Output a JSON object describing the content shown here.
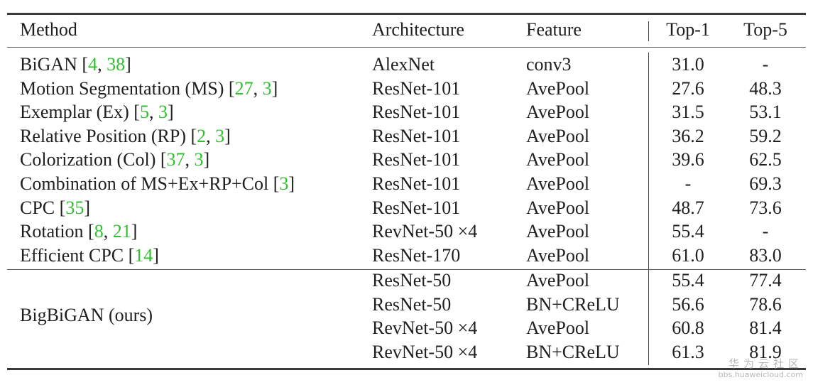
{
  "table": {
    "headers": {
      "method": "Method",
      "architecture": "Architecture",
      "feature": "Feature",
      "top1": "Top-1",
      "top5": "Top-5"
    },
    "rows": [
      {
        "method": "BiGAN [",
        "cites": [
          "4",
          "38"
        ],
        "architecture": "AlexNet",
        "feature": "conv3",
        "top1": "31.0",
        "top5": "-"
      },
      {
        "method": "Motion Segmentation (MS) [",
        "cites": [
          "27",
          "3"
        ],
        "architecture": "ResNet-101",
        "feature": "AvePool",
        "top1": "27.6",
        "top5": "48.3"
      },
      {
        "method": "Exemplar (Ex) [",
        "cites": [
          "5",
          "3"
        ],
        "architecture": "ResNet-101",
        "feature": "AvePool",
        "top1": "31.5",
        "top5": "53.1"
      },
      {
        "method": "Relative Position (RP) [",
        "cites": [
          "2",
          "3"
        ],
        "architecture": "ResNet-101",
        "feature": "AvePool",
        "top1": "36.2",
        "top5": "59.2"
      },
      {
        "method": "Colorization (Col) [",
        "cites": [
          "37",
          "3"
        ],
        "architecture": "ResNet-101",
        "feature": "AvePool",
        "top1": "39.6",
        "top5": "62.5"
      },
      {
        "method": "Combination of MS+Ex+RP+Col [",
        "cites": [
          "3"
        ],
        "architecture": "ResNet-101",
        "feature": "AvePool",
        "top1": "-",
        "top5": "69.3"
      },
      {
        "method": "CPC [",
        "cites": [
          "35"
        ],
        "architecture": "ResNet-101",
        "feature": "AvePool",
        "top1": "48.7",
        "top5": "73.6"
      },
      {
        "method": "Rotation [",
        "cites": [
          "8",
          "21"
        ],
        "architecture": "RevNet-50 ×4",
        "feature": "AvePool",
        "top1": "55.4",
        "top5": "-"
      },
      {
        "method": "Efficient CPC [",
        "cites": [
          "14"
        ],
        "architecture": "ResNet-170",
        "feature": "AvePool",
        "top1": "61.0",
        "top5": "83.0"
      }
    ],
    "ours": {
      "method": "BigBiGAN (ours)",
      "rows": [
        {
          "architecture": "ResNet-50",
          "feature": "AvePool",
          "top1": "55.4",
          "top5": "77.4"
        },
        {
          "architecture": "ResNet-50",
          "feature": "BN+CReLU",
          "top1": "56.6",
          "top5": "78.6"
        },
        {
          "architecture": "RevNet-50 ×4",
          "feature": "AvePool",
          "top1": "60.8",
          "top5": "81.4"
        },
        {
          "architecture": "RevNet-50 ×4",
          "feature": "BN+CReLU",
          "top1": "61.3",
          "top5": "81.9"
        }
      ]
    }
  },
  "watermark": {
    "name": "华为云社区",
    "url": "bbs.huaweicloud.com"
  }
}
